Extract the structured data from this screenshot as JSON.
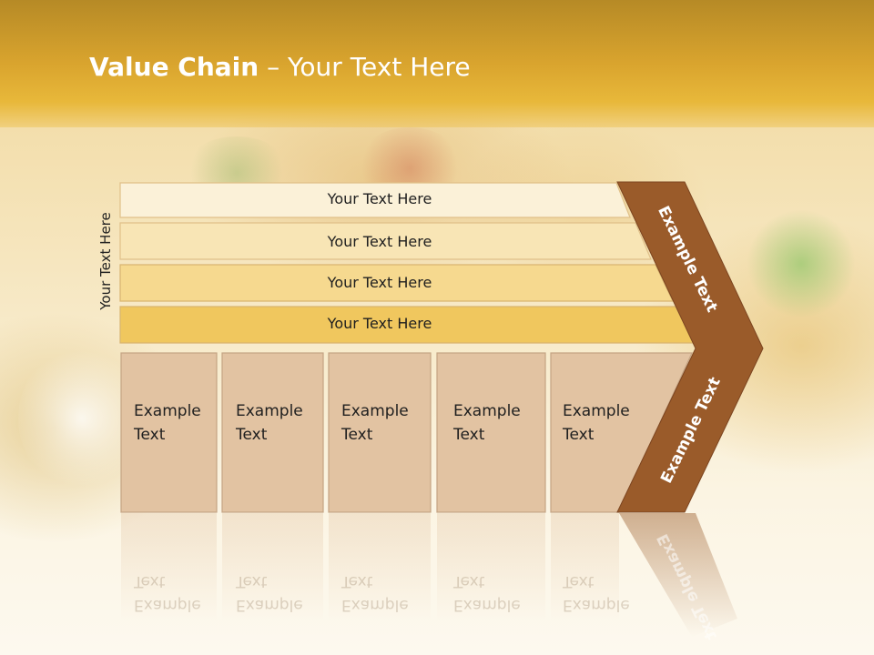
{
  "slide": {
    "title_bold": "Value Chain",
    "title_rest": " – Your Text Here",
    "vertical_label": "Your Text Here"
  },
  "diagram": {
    "bars": [
      {
        "label": "Your Text Here",
        "fill": "#fbf1d8"
      },
      {
        "label": "Your Text Here",
        "fill": "#f8e5b5"
      },
      {
        "label": "Your Text Here",
        "fill": "#f6d98f"
      },
      {
        "label": "Your Text Here",
        "fill": "#f0c75e"
      }
    ],
    "boxes": [
      {
        "label": "Example\nText"
      },
      {
        "label": "Example\nText"
      },
      {
        "label": "Example\nText"
      },
      {
        "label": "Example\nText"
      },
      {
        "label": "Example\nText"
      }
    ],
    "arrow": {
      "upper_label": "Example Text",
      "lower_label": "Example Text",
      "fill": "#9a5b2a"
    },
    "box_fill": "#e2c3a2"
  }
}
